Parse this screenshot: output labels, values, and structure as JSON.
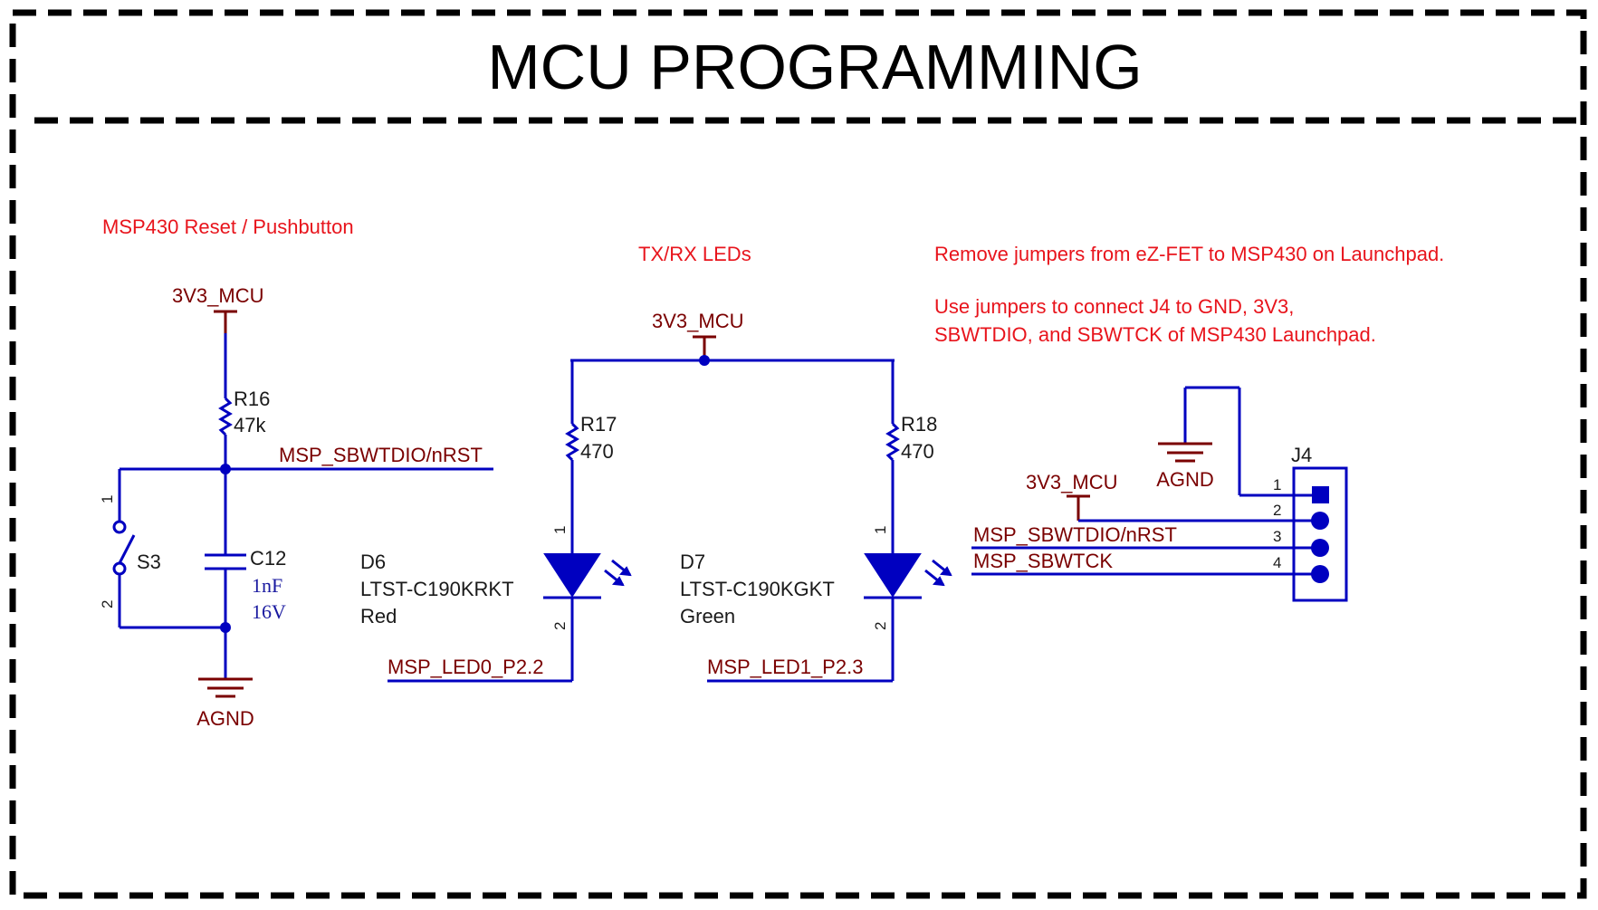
{
  "title": "MCU PROGRAMMING",
  "notes": {
    "reset": "MSP430 Reset / Pushbutton",
    "leds": "TX/RX LEDs",
    "jumpers_line1": "Remove jumpers from eZ-FET to MSP430 on Launchpad.",
    "jumpers_line2": "Use jumpers to connect J4 to GND, 3V3,",
    "jumpers_line3": "SBWTDIO, and SBWTCK of MSP430 Launchpad."
  },
  "nets": {
    "vcc": "3V3_MCU",
    "gnd": "AGND",
    "sbwtdio": "MSP_SBWTDIO/nRST",
    "sbwtck": "MSP_SBWTCK",
    "led0": "MSP_LED0_P2.2",
    "led1": "MSP_LED1_P2.3"
  },
  "components": {
    "r16": {
      "ref": "R16",
      "value": "47k"
    },
    "r17": {
      "ref": "R17",
      "value": "470"
    },
    "r18": {
      "ref": "R18",
      "value": "470"
    },
    "c12": {
      "ref": "C12",
      "value": "1nF",
      "voltage": "16V"
    },
    "s3": {
      "ref": "S3",
      "pin1": "1",
      "pin2": "2"
    },
    "d6": {
      "ref": "D6",
      "part": "LTST-C190KRKT",
      "color": "Red",
      "pin1": "1",
      "pin2": "2"
    },
    "d7": {
      "ref": "D7",
      "part": "LTST-C190KGKT",
      "color": "Green",
      "pin1": "1",
      "pin2": "2"
    },
    "j4": {
      "ref": "J4",
      "pins": [
        "1",
        "2",
        "3",
        "4"
      ]
    }
  },
  "colors": {
    "wire": "#0000c0",
    "net_label": "#7a0000",
    "note": "#e8141c",
    "border": "#000000"
  }
}
